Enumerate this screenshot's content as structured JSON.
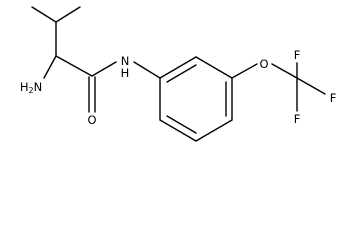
{
  "structure": {
    "atoms": {
      "nh2": {
        "element": "H",
        "count": "2",
        "element2": "N"
      },
      "nh": "N",
      "h": "H",
      "o_carbonyl": "O",
      "o_ether": "O",
      "f_top": "F",
      "f_right": "F",
      "f_bottom": "F"
    }
  }
}
